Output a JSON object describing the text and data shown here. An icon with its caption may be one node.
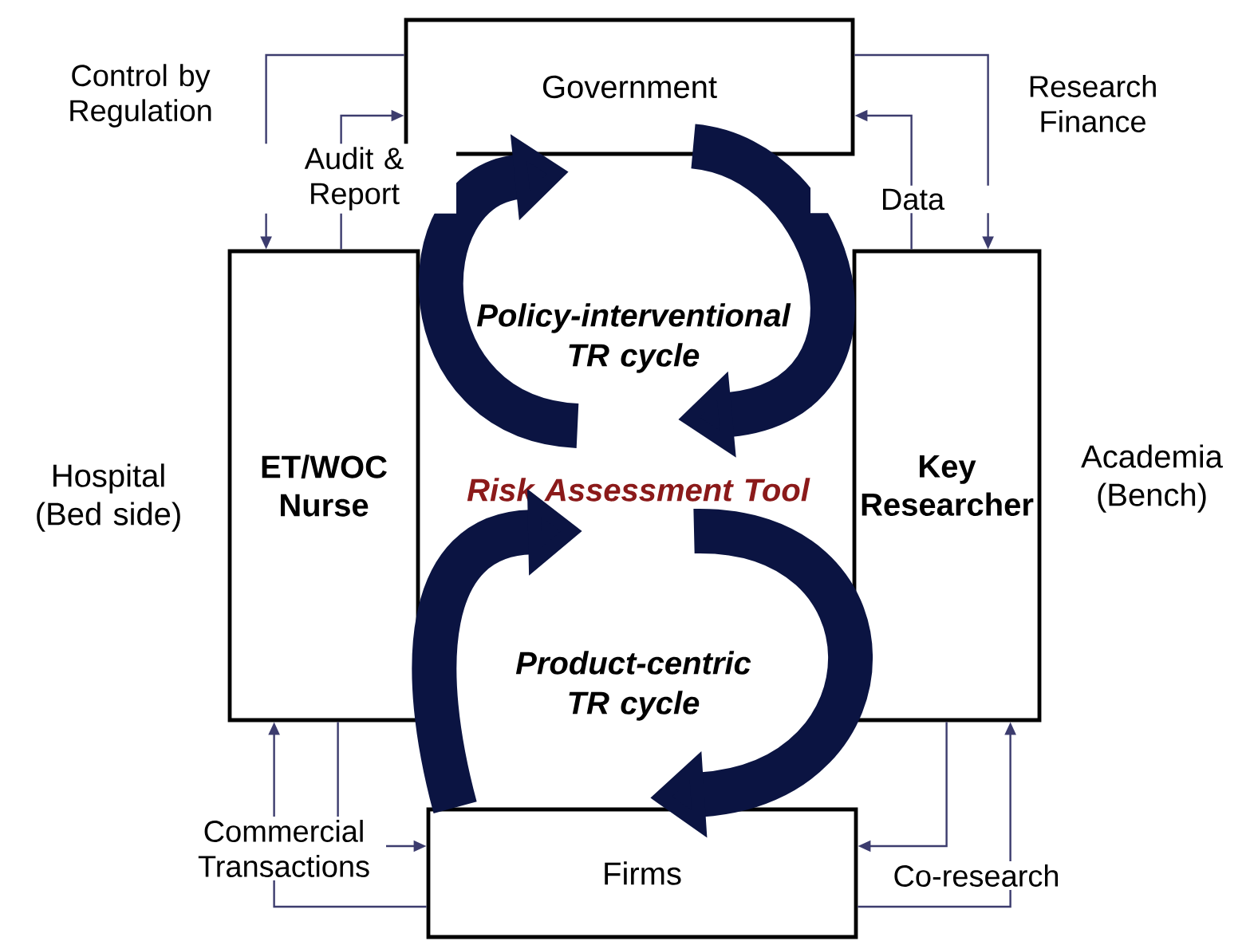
{
  "diagram": {
    "nodes": [
      {
        "text": [
          "Government"
        ]
      },
      {
        "text": [
          "ET/WOC Nurse"
        ],
        "beside": [
          "Hospital (Bed side)"
        ]
      },
      {
        "text": [
          "Key Researcher"
        ],
        "beside": [
          "Academia (Bench)"
        ]
      },
      {
        "text": [
          "Firms"
        ]
      },
      {
        "text": [
          "Risk Assessment Tool"
        ]
      }
    ],
    "edges": [
      {
        "from": 4,
        "to": 0,
        "arrow": "to",
        "style": "thick",
        "color": "#0b1442"
      },
      {
        "from": 0,
        "to": 4,
        "arrow": "to",
        "style": "thick",
        "color": "#0b1442"
      },
      {
        "from": 3,
        "to": 4,
        "arrow": "to",
        "style": "thick",
        "color": "#0b1442"
      },
      {
        "from": 4,
        "to": 3,
        "arrow": "to",
        "style": "thick",
        "color": "#0b1442"
      },
      {
        "from": 0,
        "to": 1,
        "arrow": "to",
        "label": "Control by Regulation"
      },
      {
        "from": 1,
        "to": 0,
        "arrow": "to",
        "label": "Audit & Report"
      },
      {
        "from": 0,
        "to": 2,
        "arrow": "to",
        "label": "Research Finance"
      },
      {
        "from": 2,
        "to": 0,
        "arrow": "to",
        "label": "Data"
      },
      {
        "from": 3,
        "to": 1,
        "arrow": "to"
      },
      {
        "from": 1,
        "to": 3,
        "arrow": "to",
        "label": "Commercial Transactions"
      },
      {
        "from": 2,
        "to": 3,
        "arrow": "to"
      },
      {
        "from": 3,
        "to": 2,
        "arrow": "to",
        "label": "Co-research"
      }
    ],
    "labels": [
      "Policy-interventional TR cycle",
      "Product-centric TR cycle"
    ]
  }
}
